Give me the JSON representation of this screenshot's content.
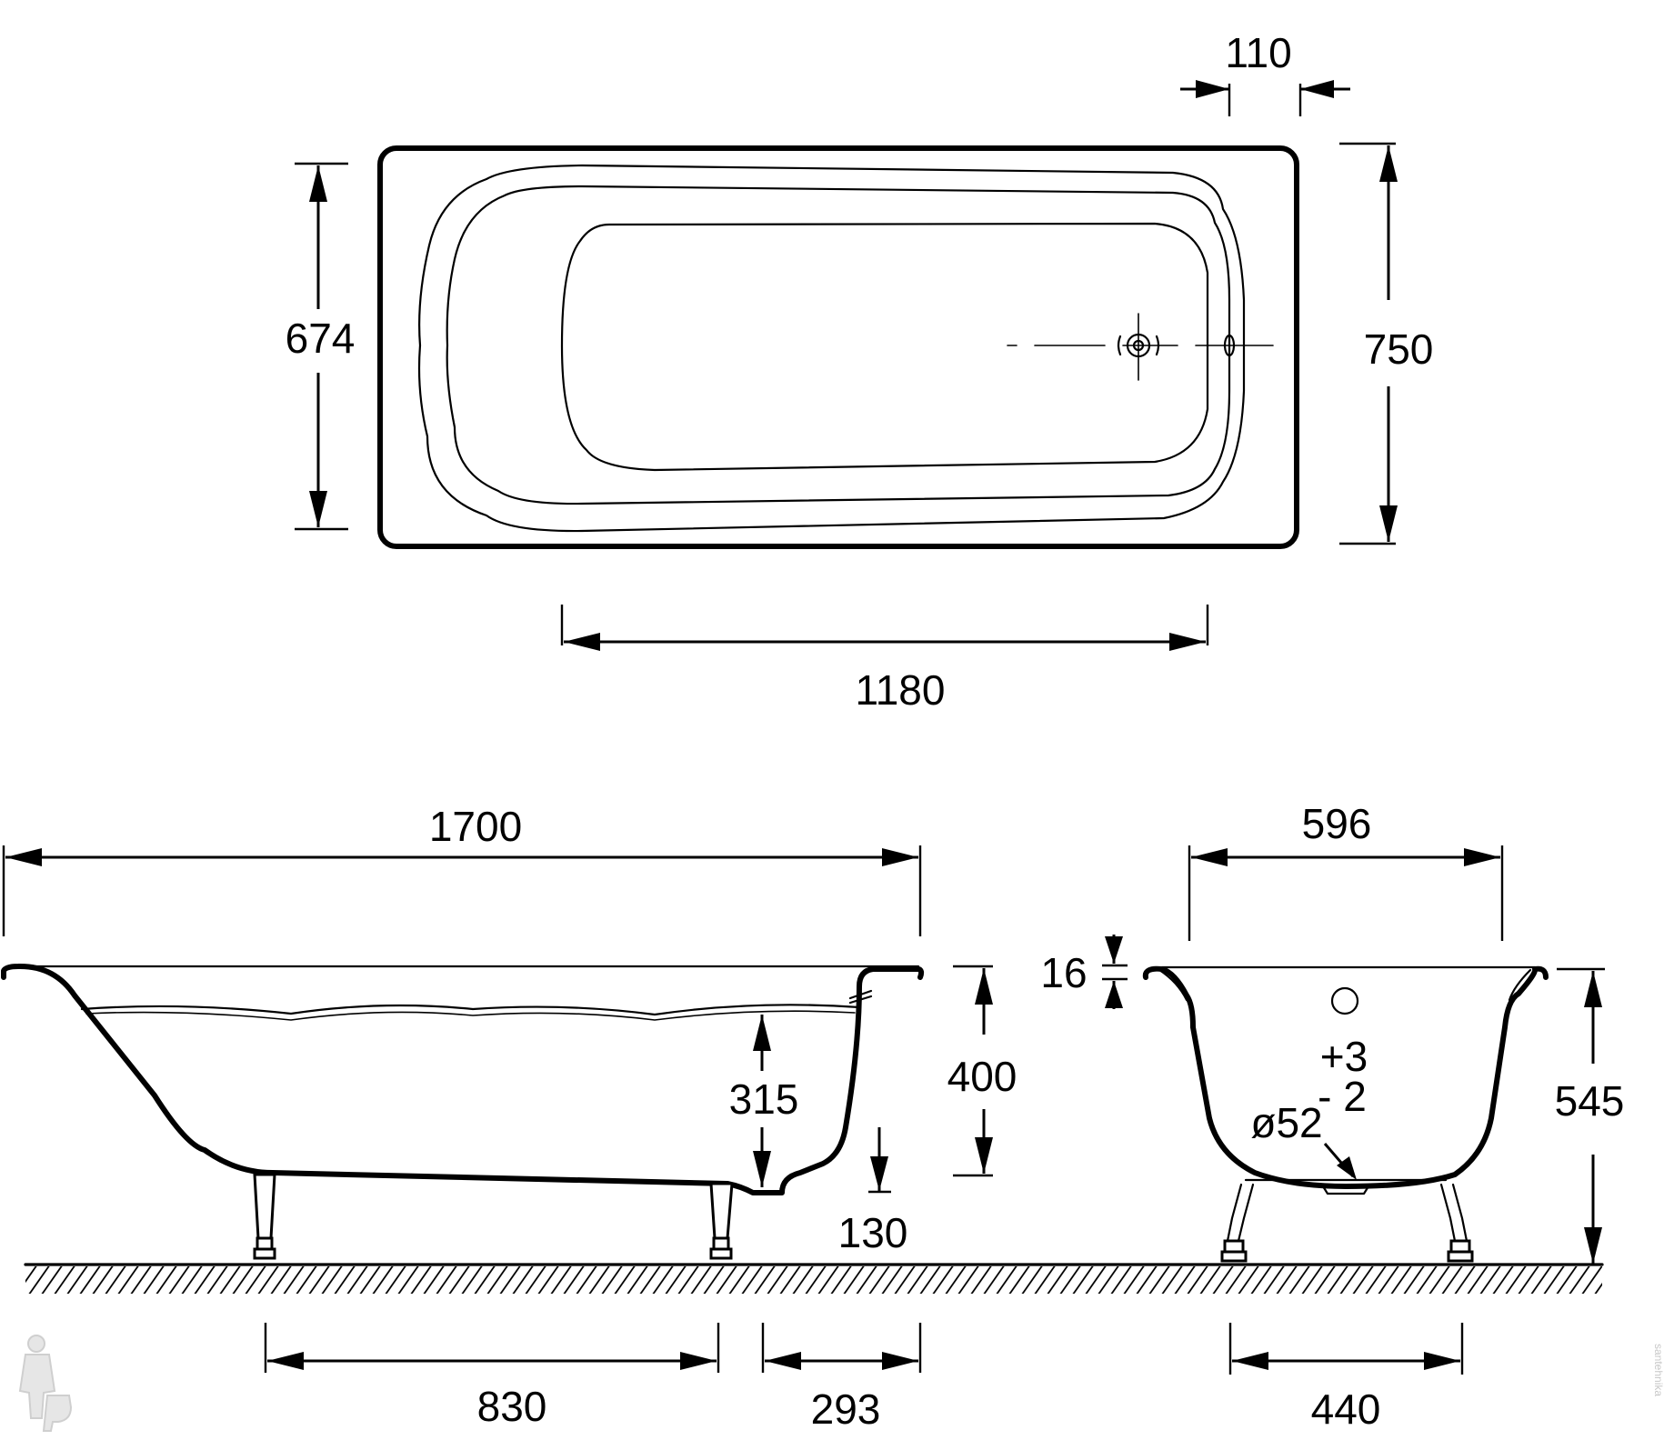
{
  "plan_view": {
    "dimensions": {
      "drain_offset": "110",
      "inner_width": "674",
      "outer_width": "750",
      "inner_length": "1180"
    }
  },
  "side_view": {
    "dimensions": {
      "overall_length": "1700",
      "inner_depth": "315",
      "rim_height": "400",
      "floor_clearance": "130",
      "leg_spacing": "830",
      "end_offset": "293"
    }
  },
  "end_view": {
    "dimensions": {
      "top_width": "596",
      "rim_thickness": "16",
      "tolerance_plus": "+3",
      "tolerance_minus": "- 2",
      "overflow_diameter": "ø52",
      "total_height": "545",
      "leg_spacing": "440"
    }
  },
  "watermark": {
    "side_text": "santehnika"
  }
}
